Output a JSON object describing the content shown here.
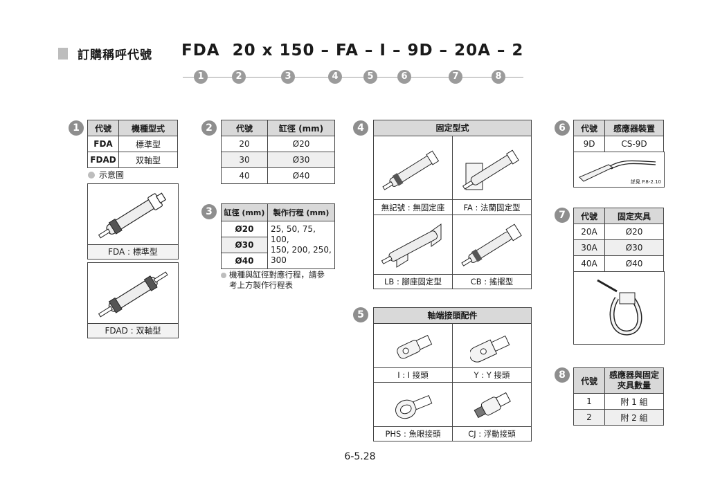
{
  "header": {
    "label": "訂購稱呼代號",
    "code": "FDA  20 x 150 – FA – I – 9D – 20A – 2",
    "positions": [
      "1",
      "2",
      "3",
      "4",
      "5",
      "6",
      "7",
      "8"
    ]
  },
  "sec1": {
    "num": "1",
    "headers": [
      "代號",
      "機種型式"
    ],
    "rows": [
      [
        "FDA",
        "標準型"
      ],
      [
        "FDAD",
        "双軸型"
      ]
    ],
    "schematic_label": "示意圖",
    "img1_caption": "FDA : 標準型",
    "img2_caption": "FDAD : 双軸型"
  },
  "sec2": {
    "num": "2",
    "headers": [
      "代號",
      "缸徑 (mm)"
    ],
    "rows": [
      [
        "20",
        "Ø20"
      ],
      [
        "30",
        "Ø30"
      ],
      [
        "40",
        "Ø40"
      ]
    ]
  },
  "sec3": {
    "num": "3",
    "headers": [
      "缸徑 (mm)",
      "製作行程 (mm)"
    ],
    "bores": [
      "Ø20",
      "Ø30",
      "Ø40"
    ],
    "strokes_line1": "25, 50, 75, 100,",
    "strokes_line2": "150, 200, 250,",
    "strokes_line3": "300",
    "note_line1": "機種與缸徑對應行程，請參",
    "note_line2": "考上方製作行程表"
  },
  "sec4": {
    "num": "4",
    "title": "固定型式",
    "cap_none": "無記號 : 無固定座",
    "cap_fa": "FA : 法蘭固定型",
    "cap_lb": "LB : 腳座固定型",
    "cap_cb": "CB : 搖擺型"
  },
  "sec5": {
    "num": "5",
    "title": "軸端接頭配件",
    "cap_i": "I : I 接頭",
    "cap_y": "Y : Y 接頭",
    "cap_phs": "PHS : 魚眼接頭",
    "cap_cj": "CJ : 浮動接頭"
  },
  "sec6": {
    "num": "6",
    "headers": [
      "代號",
      "感應器裝置"
    ],
    "rows": [
      [
        "9D",
        "CS-9D"
      ]
    ],
    "img_note": "詳見 P.8-2.10"
  },
  "sec7": {
    "num": "7",
    "headers": [
      "代號",
      "固定夾具"
    ],
    "rows": [
      [
        "20A",
        "Ø20"
      ],
      [
        "30A",
        "Ø30"
      ],
      [
        "40A",
        "Ø40"
      ]
    ]
  },
  "sec8": {
    "num": "8",
    "header_code": "代號",
    "header_desc_line1": "感應器與固定",
    "header_desc_line2": "夾具數量",
    "rows": [
      [
        "1",
        "附 1 組"
      ],
      [
        "2",
        "附 2 組"
      ]
    ]
  },
  "footer": {
    "page": "6-5.28"
  }
}
